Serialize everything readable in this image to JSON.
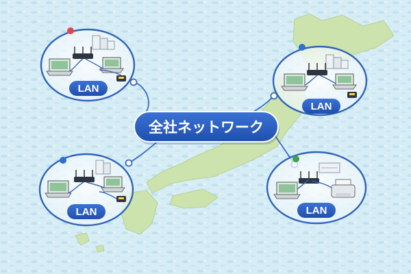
{
  "hub": {
    "label": "全社ネットワーク"
  },
  "sites": [
    {
      "id": "top-left",
      "lan_label": "LAN",
      "dot_color": "#e0474c"
    },
    {
      "id": "top-right",
      "lan_label": "LAN",
      "dot_color": "#2f6fd1"
    },
    {
      "id": "bottom-left",
      "lan_label": "LAN",
      "dot_color": "#2f6fd1"
    },
    {
      "id": "bottom-right",
      "lan_label": "LAN",
      "dot_color": "#3fa34d"
    }
  ],
  "colors": {
    "sea": "#d9eef5",
    "land": "#cfe3b0",
    "ring": "#2f63b8",
    "pill": "#2b5fc4",
    "connector": "#3a6cc0"
  },
  "icons": [
    "laptop-icon",
    "router-icon",
    "server-icon",
    "printer-icon",
    "terminal-icon"
  ]
}
